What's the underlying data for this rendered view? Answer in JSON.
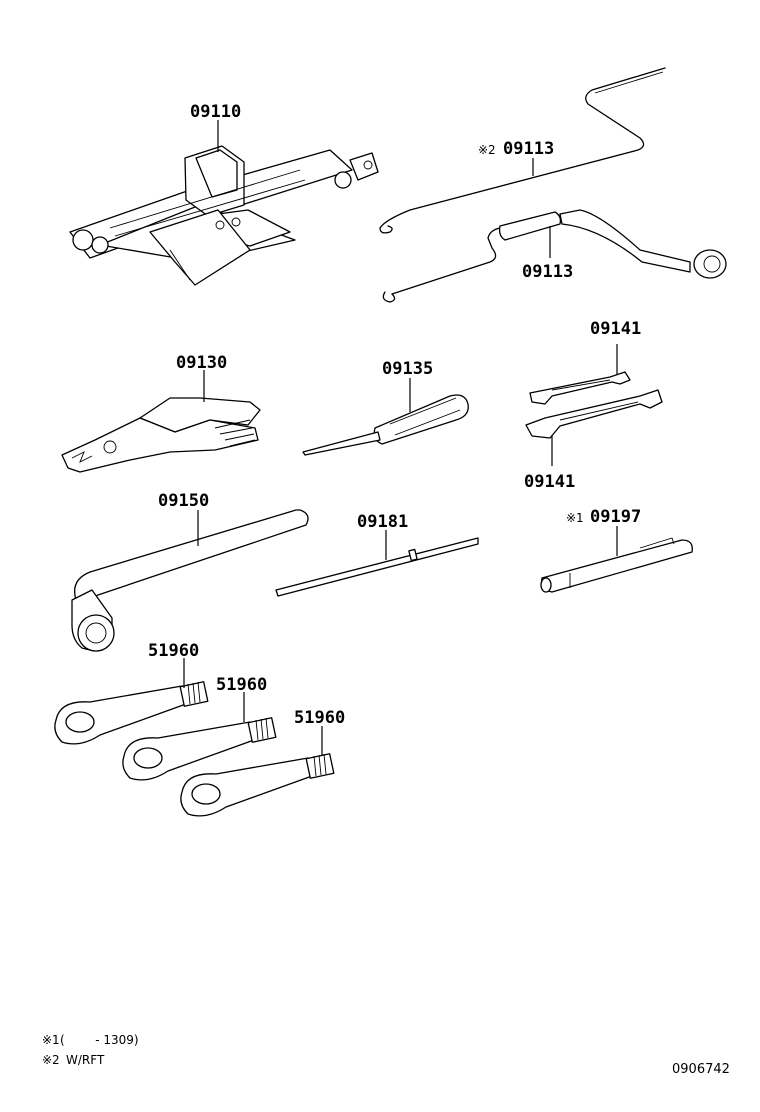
{
  "parts": {
    "jack": {
      "number": "09110"
    },
    "handle_rft": {
      "marker": "※2",
      "number": "09113"
    },
    "handle": {
      "number": "09113"
    },
    "pliers": {
      "number": "09130"
    },
    "screwdriver": {
      "number": "09135"
    },
    "wrench_top": {
      "number": "09141"
    },
    "wrench_bottom": {
      "number": "09141"
    },
    "lug_wrench": {
      "number": "09150"
    },
    "rod": {
      "number": "09181"
    },
    "tool_pen": {
      "marker": "※1",
      "number": "09197"
    },
    "towing_eye_1": {
      "number": "51960"
    },
    "towing_eye_2": {
      "number": "51960"
    },
    "towing_eye_3": {
      "number": "51960"
    }
  },
  "notes": {
    "note1": {
      "marker": "※1",
      "text": "(        - 1309)"
    },
    "note2": {
      "marker": "※2",
      "text": "W/RFT"
    }
  },
  "diagram_id": "0906742"
}
